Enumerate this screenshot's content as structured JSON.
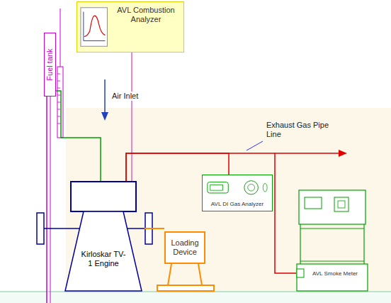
{
  "diagram": {
    "nodes": [
      {
        "text": [
          "AVL Combustion Analyzer"
        ]
      },
      {
        "text": [
          "Fuel tank"
        ]
      },
      {
        "text": [
          "Kirloskar TV-1 Engine"
        ]
      },
      {
        "text": [
          "Loading Device"
        ]
      },
      {
        "text": [
          "AVL DI Gas Analyzer"
        ]
      },
      {
        "text": [
          "AVL Smoke Meter"
        ]
      }
    ],
    "edges": [
      {
        "from": 0,
        "to": 2,
        "arrow": "none"
      },
      {
        "from": 1,
        "to": 2,
        "arrow": "none"
      },
      {
        "from": 2,
        "to": 3,
        "arrow": "none"
      },
      {
        "from": 2,
        "to": 4,
        "arrow": "none"
      },
      {
        "from": 2,
        "to": 5,
        "arrow": "none"
      }
    ],
    "labels": [
      "Air Inlet",
      "Exhaust Gas Pipe Line"
    ]
  }
}
